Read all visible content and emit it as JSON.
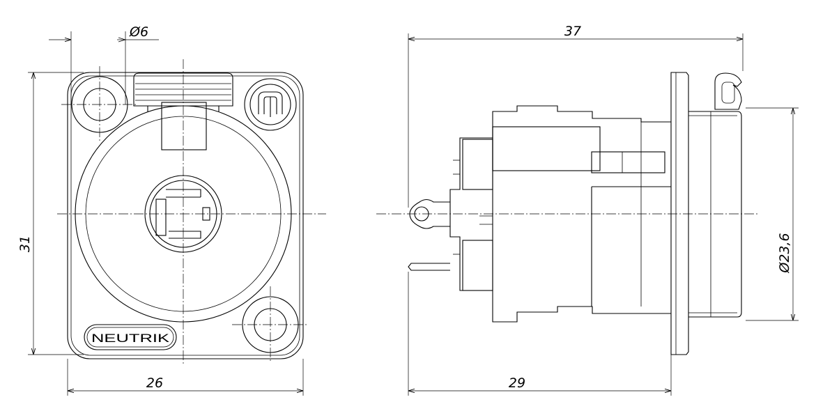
{
  "dimensions": {
    "hole_diameter": "Ø6",
    "front_height": "31",
    "front_width": "26",
    "overall_length": "37",
    "body_length": "29",
    "flange_diameter": "Ø23,6"
  },
  "brand_label": "NEUTRIK"
}
